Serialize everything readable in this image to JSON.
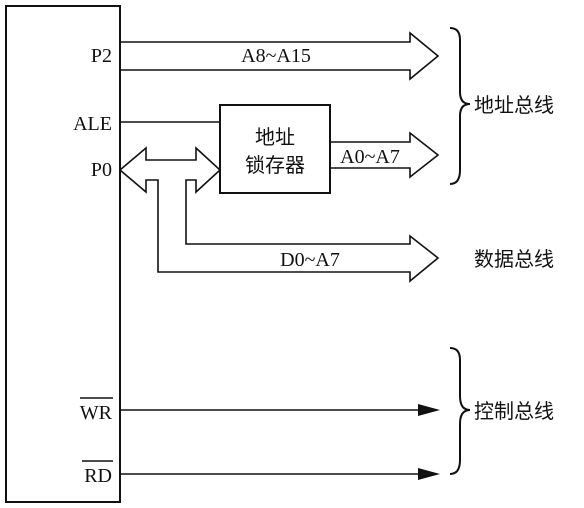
{
  "mcu_pins": {
    "p2": "P2",
    "ale": "ALE",
    "p0": "P0",
    "wr": "WR",
    "rd": "RD"
  },
  "latch": {
    "line1": "地址",
    "line2": "锁存器"
  },
  "bus_labels": {
    "high_addr": "A8~A15",
    "low_addr": "A0~A7",
    "data": "D0~A7"
  },
  "groups": {
    "address_bus": "地址总线",
    "data_bus": "数据总线",
    "control_bus": "控制总线"
  }
}
